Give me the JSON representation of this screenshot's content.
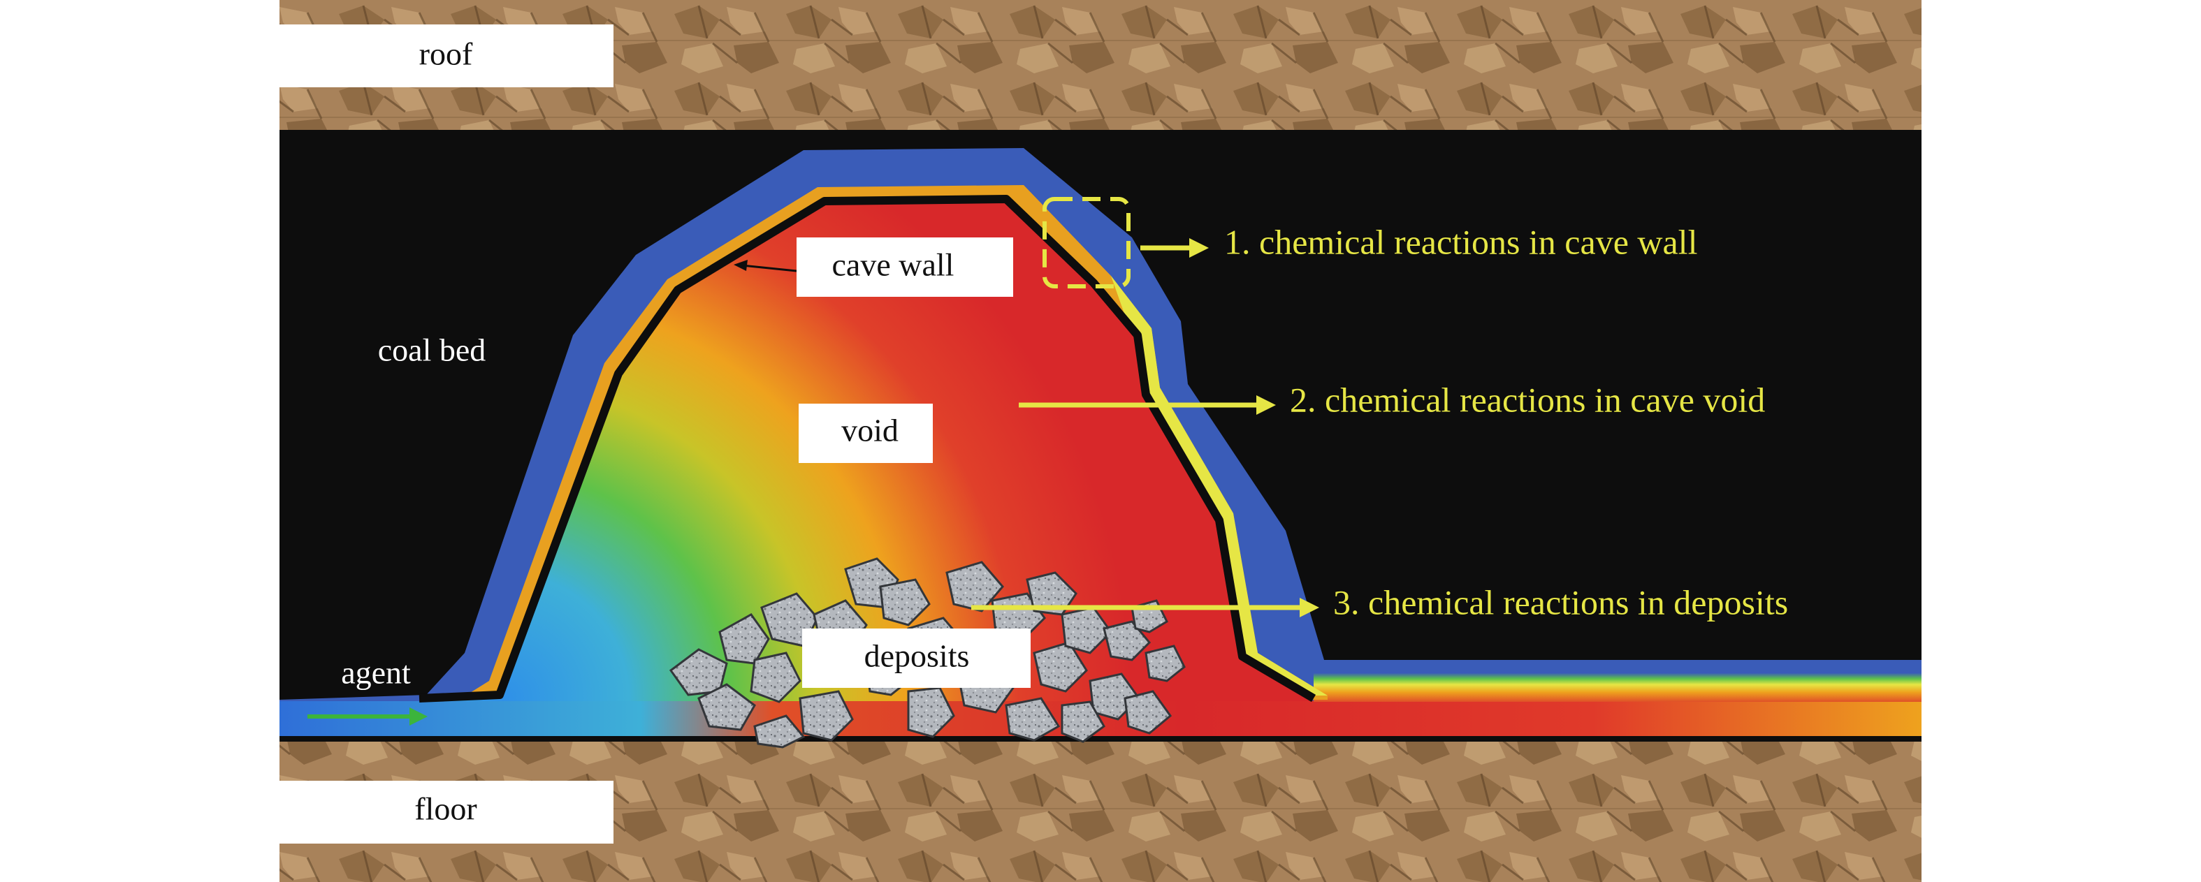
{
  "labels": {
    "roof": "roof",
    "floor": "floor",
    "coal_bed": "coal bed",
    "cave_wall": "cave wall",
    "void": "void",
    "deposits": "deposits",
    "agent": "agent"
  },
  "annotations": [
    "1. chemical reactions in cave wall",
    "2. chemical reactions in cave void",
    "3. chemical reactions in deposits"
  ],
  "colors": {
    "coal": "#0d0d0d",
    "rock": "#a8825a",
    "outer_wall": "#3a5cb8",
    "inner_wall": "#e8a020",
    "annotation": "#e6e645",
    "agent_arrow": "#3cb43c",
    "label_box": "#ffffff"
  }
}
